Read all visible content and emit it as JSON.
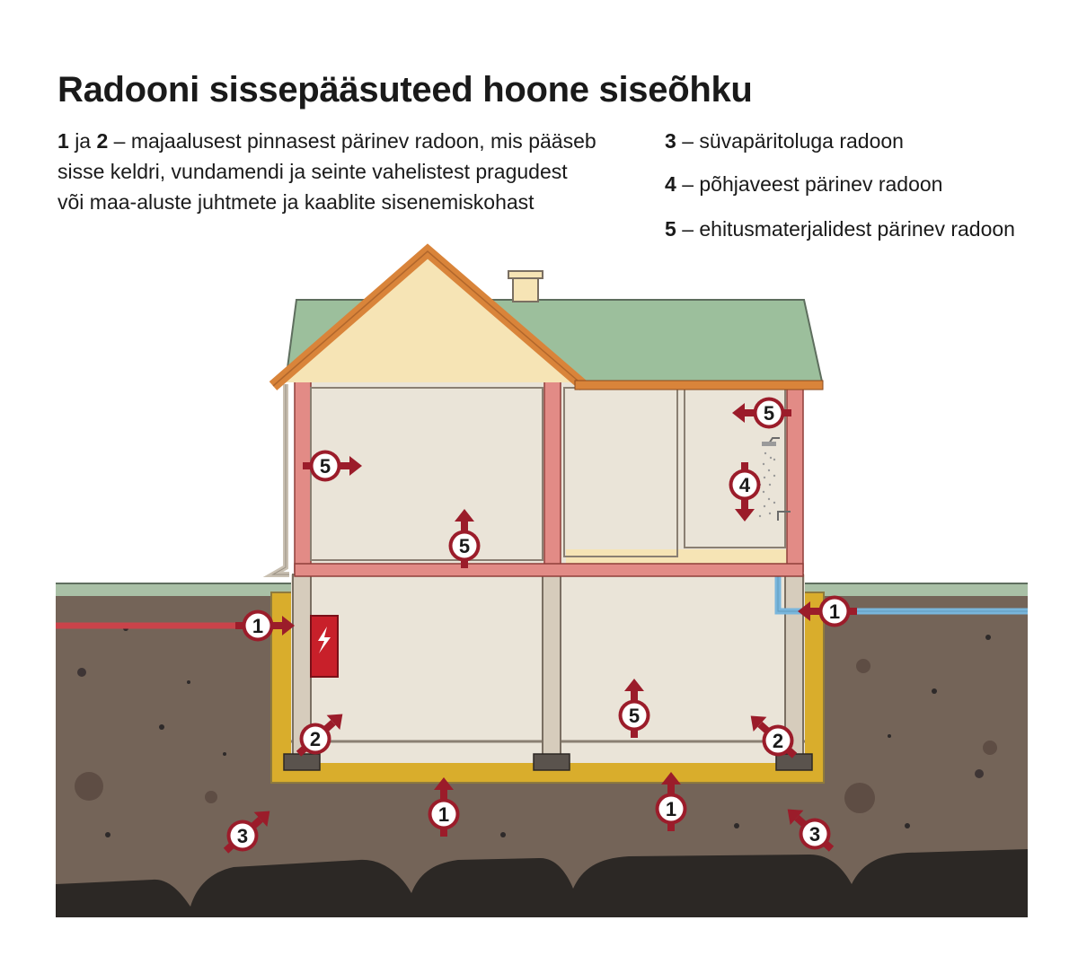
{
  "title": "Radooni sissepääsuteed hoone siseõhku",
  "legend": {
    "item12": {
      "n1": "1",
      "join": "ja",
      "n2": "2",
      "text": "– majaalusest pinnasest pärinev radoon, mis pääseb sisse keldri, vundamendi ja seinte vahelistest pragudest või maa-aluste juhtmete ja kaablite sisenemiskohast"
    },
    "item3": {
      "n": "3",
      "text": "– süvapäritoluga radoon"
    },
    "item4": {
      "n": "4",
      "text": "– põhjaveest pärinev radoon"
    },
    "item5": {
      "n": "5",
      "text": "– ehitusmaterjalidest pärinev radoon"
    }
  },
  "colors": {
    "arrow": "#9b1c2a",
    "soil": "#746458",
    "bedrock": "#2c2825",
    "foundation": "#d9ad2c",
    "roof_green": "#9cbf9c",
    "roof_edge": "#d9843a",
    "gable": "#f6e4b5",
    "wall_inner": "#eae4d8",
    "frame_pink": "#e28b86",
    "pipe_red": "#c9434a",
    "pipe_blue": "#79b6dc",
    "grass": "#a9c0a6"
  },
  "icons": {
    "electric": "lightning-bolt-icon",
    "shower": "shower-icon"
  },
  "markers": [
    {
      "id": "m-1-cable",
      "label": "1",
      "dir": "right"
    },
    {
      "id": "m-1-water",
      "label": "1",
      "dir": "left"
    },
    {
      "id": "m-1-floor-left",
      "label": "1",
      "dir": "up"
    },
    {
      "id": "m-1-floor-right",
      "label": "1",
      "dir": "up"
    },
    {
      "id": "m-2-left",
      "label": "2",
      "dir": "up-right"
    },
    {
      "id": "m-2-right",
      "label": "2",
      "dir": "up-left"
    },
    {
      "id": "m-3-left",
      "label": "3",
      "dir": "up-right"
    },
    {
      "id": "m-3-right",
      "label": "3",
      "dir": "up-left"
    },
    {
      "id": "m-4-shower",
      "label": "4",
      "dir": "down"
    },
    {
      "id": "m-5-wall-left",
      "label": "5",
      "dir": "right"
    },
    {
      "id": "m-5-wall-right",
      "label": "5",
      "dir": "left"
    },
    {
      "id": "m-5-ceiling",
      "label": "5",
      "dir": "up"
    },
    {
      "id": "m-5-basement",
      "label": "5",
      "dir": "up"
    }
  ]
}
